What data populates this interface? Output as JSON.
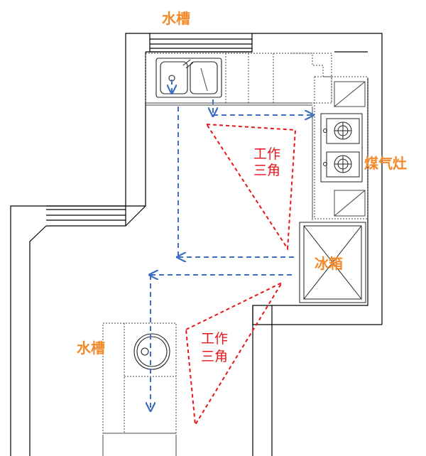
{
  "labels": {
    "sink_top": "水槽",
    "stove": "煤气灶",
    "fridge": "冰箱",
    "sink_island": "水槽"
  },
  "triangles": [
    {
      "line1": "工作",
      "line2": "三角"
    },
    {
      "line1": "工作",
      "line2": "三角"
    }
  ],
  "colors": {
    "label": "#f5892a",
    "triangle": "#e8151b",
    "path_arrows": "#3d6fc4",
    "walls": "#000000"
  }
}
